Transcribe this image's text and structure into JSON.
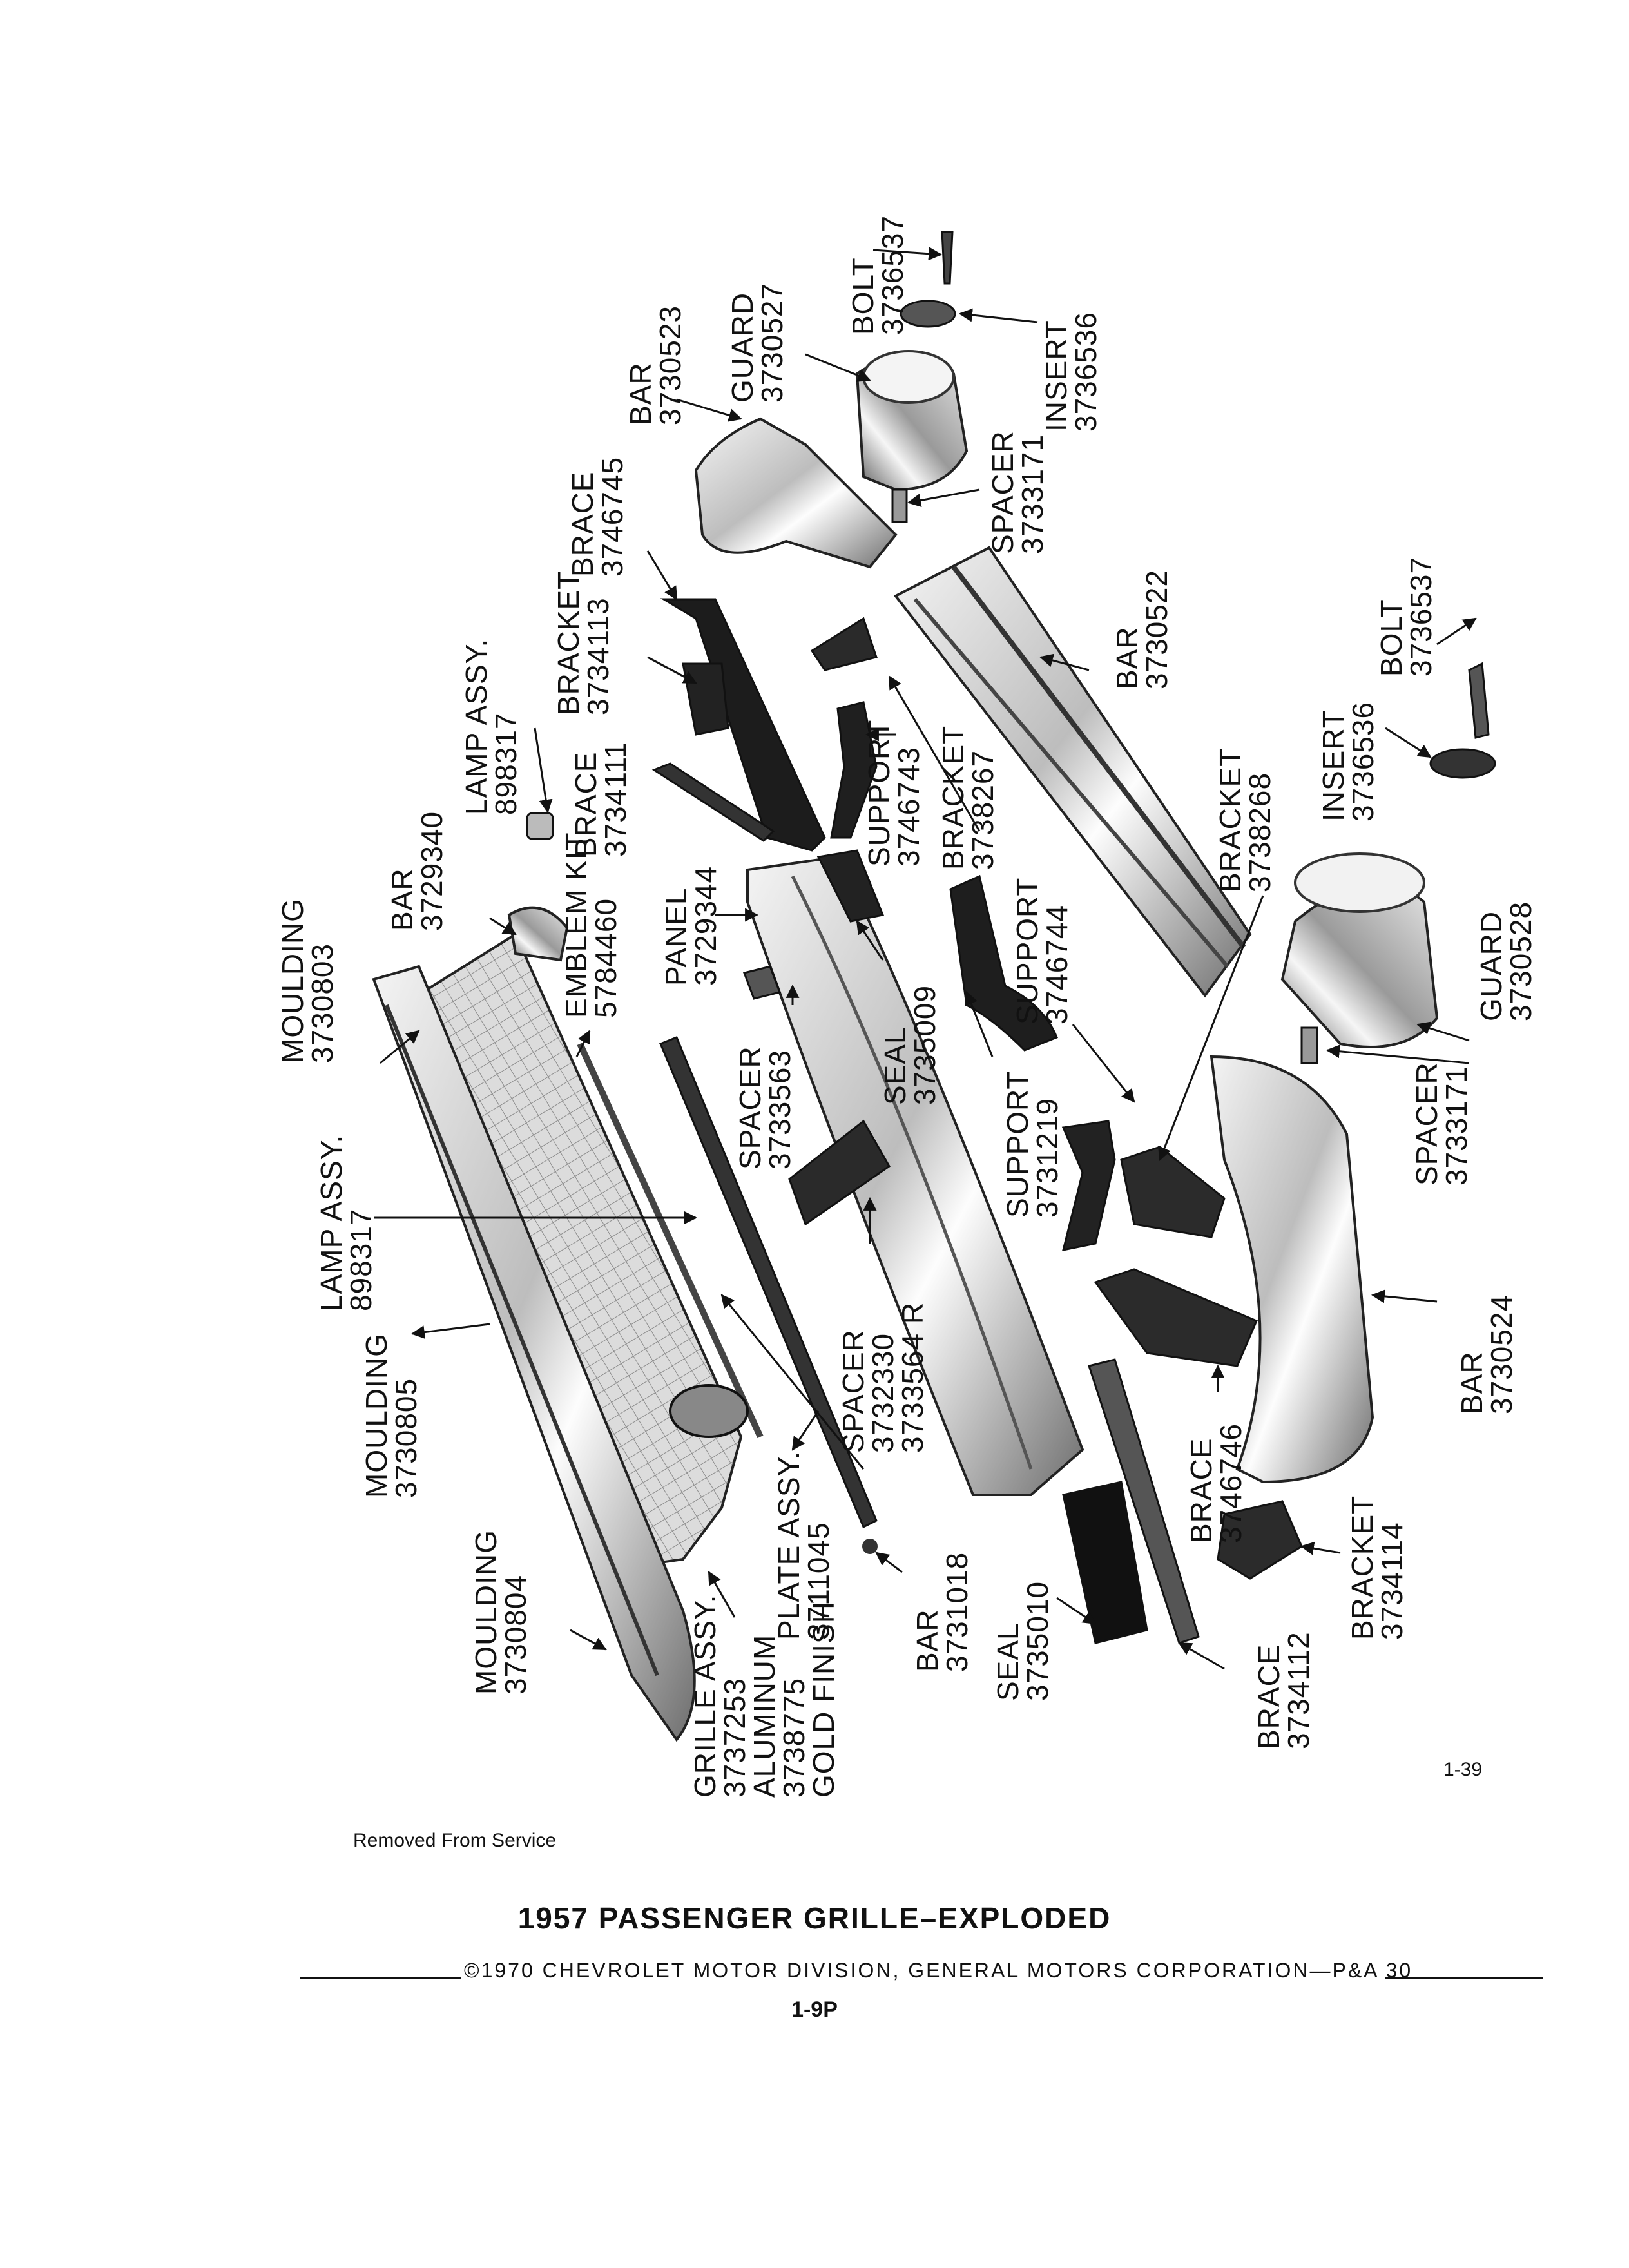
{
  "diagram": {
    "callouts": [
      {
        "name": "bolt-3736537-top",
        "lines": [
          "BOLT",
          "3736537"
        ]
      },
      {
        "name": "guard-3730527",
        "lines": [
          "GUARD",
          "3730527"
        ]
      },
      {
        "name": "bar-3730523",
        "lines": [
          "BAR",
          "3730523"
        ]
      },
      {
        "name": "insert-3736536-top",
        "lines": [
          "INSERT",
          "3736536"
        ]
      },
      {
        "name": "brace-3746745",
        "lines": [
          "BRACE",
          "3746745"
        ]
      },
      {
        "name": "spacer-3733171-top",
        "lines": [
          "SPACER",
          "3733171"
        ]
      },
      {
        "name": "bracket-3734113",
        "lines": [
          "BRACKET",
          "3734113"
        ]
      },
      {
        "name": "lamp-assy-898317-top",
        "lines": [
          "LAMP ASSY.",
          "898317"
        ]
      },
      {
        "name": "brace-3734111",
        "lines": [
          "BRACE",
          "3734111"
        ]
      },
      {
        "name": "bar-3730522",
        "lines": [
          "BAR",
          "3730522"
        ]
      },
      {
        "name": "bolt-3736537-right",
        "lines": [
          "BOLT",
          "3736537"
        ]
      },
      {
        "name": "support-3746743",
        "lines": [
          "SUPPORT",
          "3746743"
        ]
      },
      {
        "name": "bracket-3738267",
        "lines": [
          "BRACKET",
          "3738267"
        ]
      },
      {
        "name": "insert-3736536-right",
        "lines": [
          "INSERT",
          "3736536"
        ]
      },
      {
        "name": "bar-3729340",
        "lines": [
          "BAR",
          "3729340"
        ]
      },
      {
        "name": "emblem-kit-5784460",
        "lines": [
          "EMBLEM KIT",
          "5784460"
        ]
      },
      {
        "name": "moulding-3730803",
        "lines": [
          "MOULDING",
          "3730803"
        ]
      },
      {
        "name": "panel-3729344",
        "lines": [
          "PANEL",
          "3729344"
        ]
      },
      {
        "name": "bracket-3738268",
        "lines": [
          "BRACKET",
          "3738268"
        ]
      },
      {
        "name": "support-3746744",
        "lines": [
          "SUPPORT",
          "3746744"
        ]
      },
      {
        "name": "seal-3735009",
        "lines": [
          "SEAL",
          "3735009"
        ]
      },
      {
        "name": "guard-3730528",
        "lines": [
          "GUARD",
          "3730528"
        ]
      },
      {
        "name": "spacer-3733563",
        "lines": [
          "SPACER",
          "3733563"
        ]
      },
      {
        "name": "support-3731219",
        "lines": [
          "SUPPORT",
          "3731219"
        ]
      },
      {
        "name": "spacer-3733171-right",
        "lines": [
          "SPACER",
          "3733171"
        ]
      },
      {
        "name": "lamp-assy-898317-left",
        "lines": [
          "LAMP ASSY.",
          "898317"
        ]
      },
      {
        "name": "spacer-3732330",
        "lines": [
          "SPACER",
          "3732330",
          "3733564 R"
        ]
      },
      {
        "name": "bar-3730524",
        "lines": [
          "BAR",
          "3730524"
        ]
      },
      {
        "name": "moulding-3730805",
        "lines": [
          "MOULDING",
          "3730805"
        ]
      },
      {
        "name": "brace-3746746",
        "lines": [
          "BRACE",
          "3746746"
        ]
      },
      {
        "name": "plate-assy-3711045",
        "lines": [
          "PLATE ASSY.",
          "3711045"
        ]
      },
      {
        "name": "bar-3731018",
        "lines": [
          "BAR",
          "3731018"
        ]
      },
      {
        "name": "moulding-3730804",
        "lines": [
          "MOULDING",
          "3730804"
        ]
      },
      {
        "name": "bracket-3734114",
        "lines": [
          "BRACKET",
          "3734114"
        ]
      },
      {
        "name": "grille-assy-3737253",
        "lines": [
          "GRILLE ASSY.",
          "3737253",
          "ALUMINUM",
          "3738775",
          "GOLD FINISH"
        ]
      },
      {
        "name": "seal-3735010",
        "lines": [
          "SEAL",
          "3735010"
        ]
      },
      {
        "name": "brace-3734112",
        "lines": [
          "BRACE",
          "3734112"
        ]
      }
    ]
  },
  "footer": {
    "figure_number": "1-39",
    "removed_note": "Removed From Service",
    "title": "1957 PASSENGER GRILLE–EXPLODED",
    "copyright": "©1970 CHEVROLET MOTOR DIVISION, GENERAL MOTORS CORPORATION—P&A 30",
    "page_number": "1-9P"
  }
}
